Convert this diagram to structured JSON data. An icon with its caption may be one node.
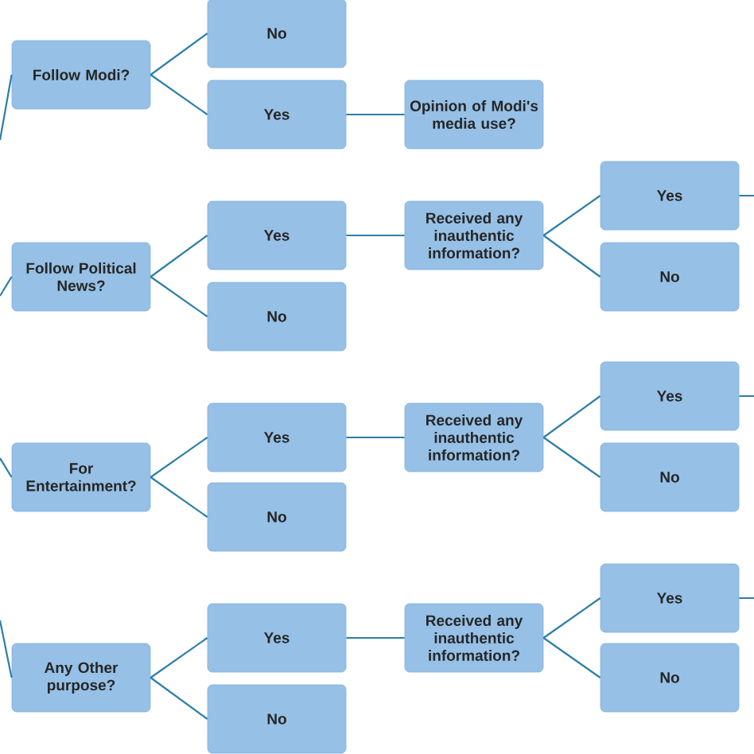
{
  "diagram": {
    "nodes": [
      {
        "text": [
          "Follow Modi?"
        ]
      },
      {
        "text": [
          "No"
        ]
      },
      {
        "text": [
          "Yes"
        ]
      },
      {
        "text": [
          "Opinion of Modi's media use?"
        ]
      },
      {
        "text": [
          "Follow Political News?"
        ]
      },
      {
        "text": [
          "Yes"
        ]
      },
      {
        "text": [
          "No"
        ]
      },
      {
        "text": [
          "Received any inauthentic information?"
        ]
      },
      {
        "text": [
          "Yes"
        ]
      },
      {
        "text": [
          "No"
        ]
      },
      {
        "text": [
          "For Entertainment?"
        ]
      },
      {
        "text": [
          "Yes"
        ]
      },
      {
        "text": [
          "No"
        ]
      },
      {
        "text": [
          "Received any inauthentic information?"
        ]
      },
      {
        "text": [
          "Yes"
        ]
      },
      {
        "text": [
          "No"
        ]
      },
      {
        "text": [
          "Any Other purpose?"
        ]
      },
      {
        "text": [
          "Yes"
        ]
      },
      {
        "text": [
          "No"
        ]
      },
      {
        "text": [
          "Received any inauthentic information?"
        ]
      },
      {
        "text": [
          "Yes"
        ]
      },
      {
        "text": [
          "No"
        ]
      }
    ],
    "edges": [
      {
        "from": null,
        "to": 0,
        "arrow": "none"
      },
      {
        "from": null,
        "to": 4,
        "arrow": "none"
      },
      {
        "from": null,
        "to": 10,
        "arrow": "none"
      },
      {
        "from": null,
        "to": 16,
        "arrow": "none"
      },
      {
        "from": 0,
        "to": 1,
        "arrow": "none"
      },
      {
        "from": 0,
        "to": 2,
        "arrow": "none"
      },
      {
        "from": 2,
        "to": 3,
        "arrow": "none"
      },
      {
        "from": 4,
        "to": 5,
        "arrow": "none"
      },
      {
        "from": 4,
        "to": 6,
        "arrow": "none"
      },
      {
        "from": 5,
        "to": 7,
        "arrow": "none"
      },
      {
        "from": 7,
        "to": 8,
        "arrow": "none"
      },
      {
        "from": 7,
        "to": 9,
        "arrow": "none"
      },
      {
        "from": 8,
        "to": null,
        "arrow": "none"
      },
      {
        "from": 10,
        "to": 11,
        "arrow": "none"
      },
      {
        "from": 10,
        "to": 12,
        "arrow": "none"
      },
      {
        "from": 11,
        "to": 13,
        "arrow": "none"
      },
      {
        "from": 13,
        "to": 14,
        "arrow": "none"
      },
      {
        "from": 13,
        "to": 15,
        "arrow": "none"
      },
      {
        "from": 14,
        "to": null,
        "arrow": "none"
      },
      {
        "from": 16,
        "to": 17,
        "arrow": "none"
      },
      {
        "from": 16,
        "to": 18,
        "arrow": "none"
      },
      {
        "from": 17,
        "to": 19,
        "arrow": "none"
      },
      {
        "from": 19,
        "to": 20,
        "arrow": "none"
      },
      {
        "from": 19,
        "to": 21,
        "arrow": "none"
      },
      {
        "from": 20,
        "to": null,
        "arrow": "none"
      }
    ]
  }
}
